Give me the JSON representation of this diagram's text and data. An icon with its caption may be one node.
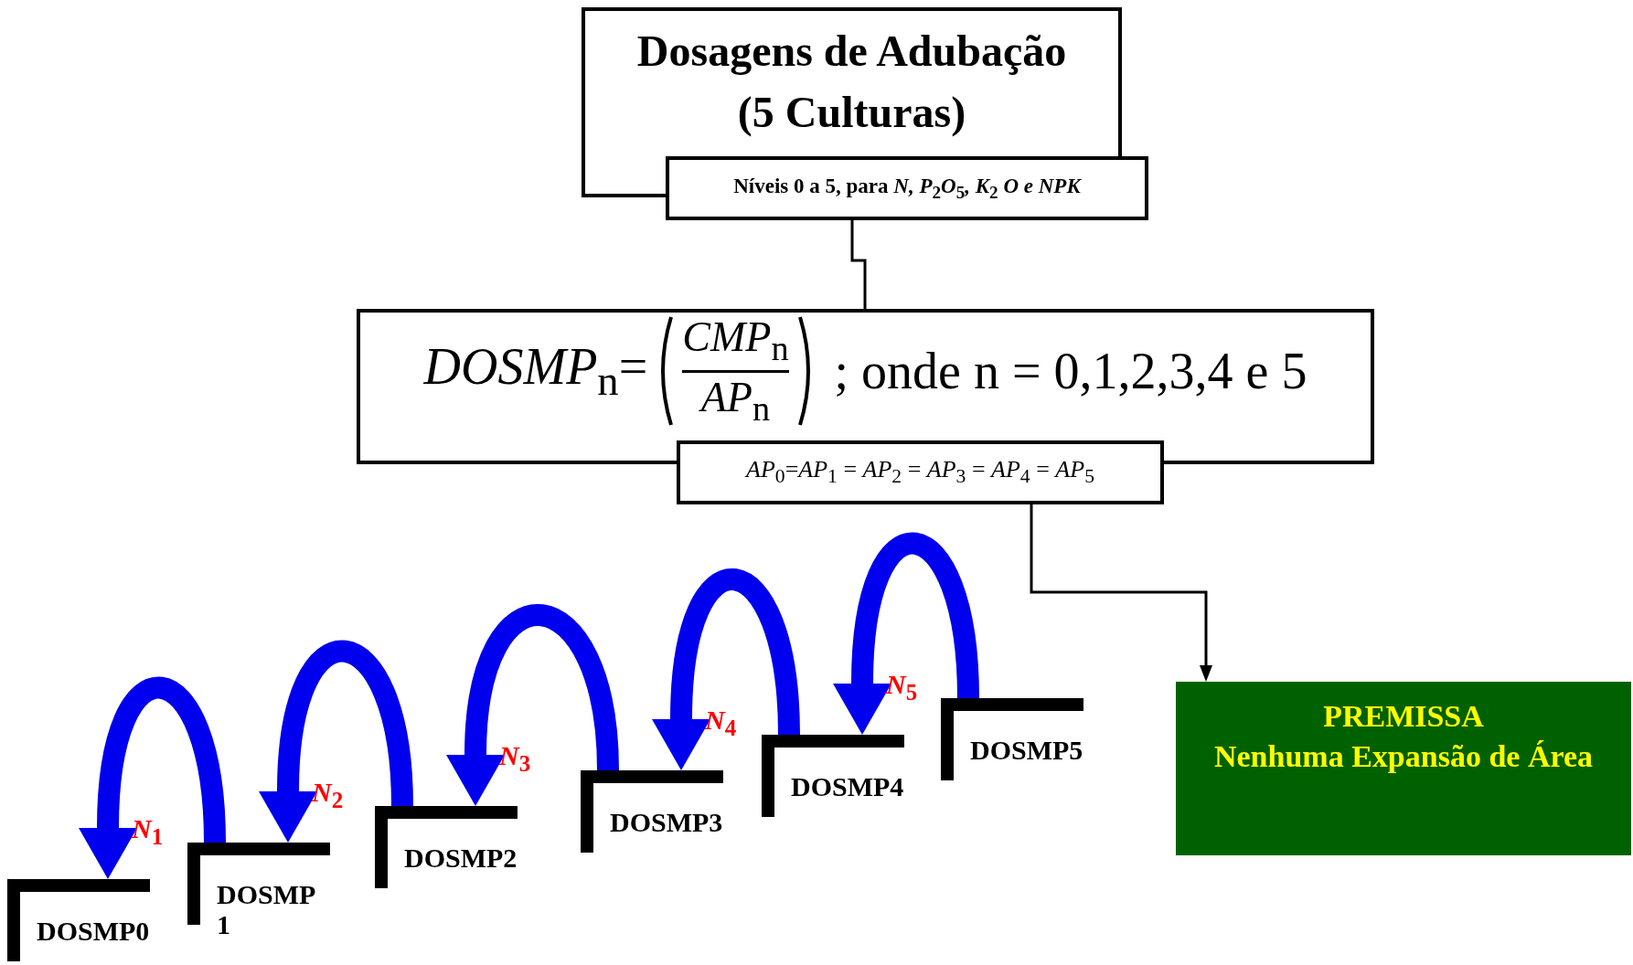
{
  "diagram": {
    "nodes": [
      {
        "text": [
          "Dosagens de Adubação (5 Culturas)"
        ]
      },
      {
        "text": [
          "Níveis 0 a 5, para *N, P*$_{2}$*O*$_{5}$*, K*$_{2}$ *O e NPK*"
        ]
      },
      {
        "text": [
          "*DOSMP*$_{n}$=",
          "*CMP*$_{n}$",
          "*AP*$_{n}$",
          "; onde n = 0,1,2,3,4 e 5"
        ]
      },
      {
        "text": [
          "*AP*$_{0}$=*AP*$_{1}$ = *AP*$_{2}$ = *AP*$_{3}$ = *AP*$_{4}$ = *AP*$_{5}$"
        ]
      },
      {
        "text": [
          "PREMISSA",
          "Nenhuma Expansão de Área"
        ]
      },
      {
        "text": [
          "DOSMP0"
        ]
      },
      {
        "text": [
          "DOSMP1"
        ]
      },
      {
        "text": [
          "DOSMP2"
        ]
      },
      {
        "text": [
          "DOSMP3"
        ]
      },
      {
        "text": [
          "DOSMP4"
        ]
      },
      {
        "text": [
          "DOSMP5"
        ]
      }
    ],
    "edges": [
      {
        "from": 1,
        "to": 2,
        "arrow": "none",
        "color": "#000000"
      },
      {
        "from": 3,
        "to": 4,
        "arrow": "to",
        "color": "#000000"
      },
      {
        "from": 6,
        "to": 5,
        "arrow": "to",
        "label": "*N*$_{1}$",
        "color": "#0000ee"
      },
      {
        "from": 7,
        "to": 6,
        "arrow": "to",
        "label": "*N*$_{2}$",
        "color": "#0000ee"
      },
      {
        "from": 8,
        "to": 7,
        "arrow": "to",
        "label": "*N*$_{3}$",
        "color": "#0000ee"
      },
      {
        "from": 9,
        "to": 8,
        "arrow": "to",
        "label": "*N*$_{4}$",
        "color": "#0000ee"
      },
      {
        "from": 10,
        "to": 9,
        "arrow": "to",
        "label": "*N*$_{5}$",
        "color": "#0000ee"
      }
    ]
  }
}
